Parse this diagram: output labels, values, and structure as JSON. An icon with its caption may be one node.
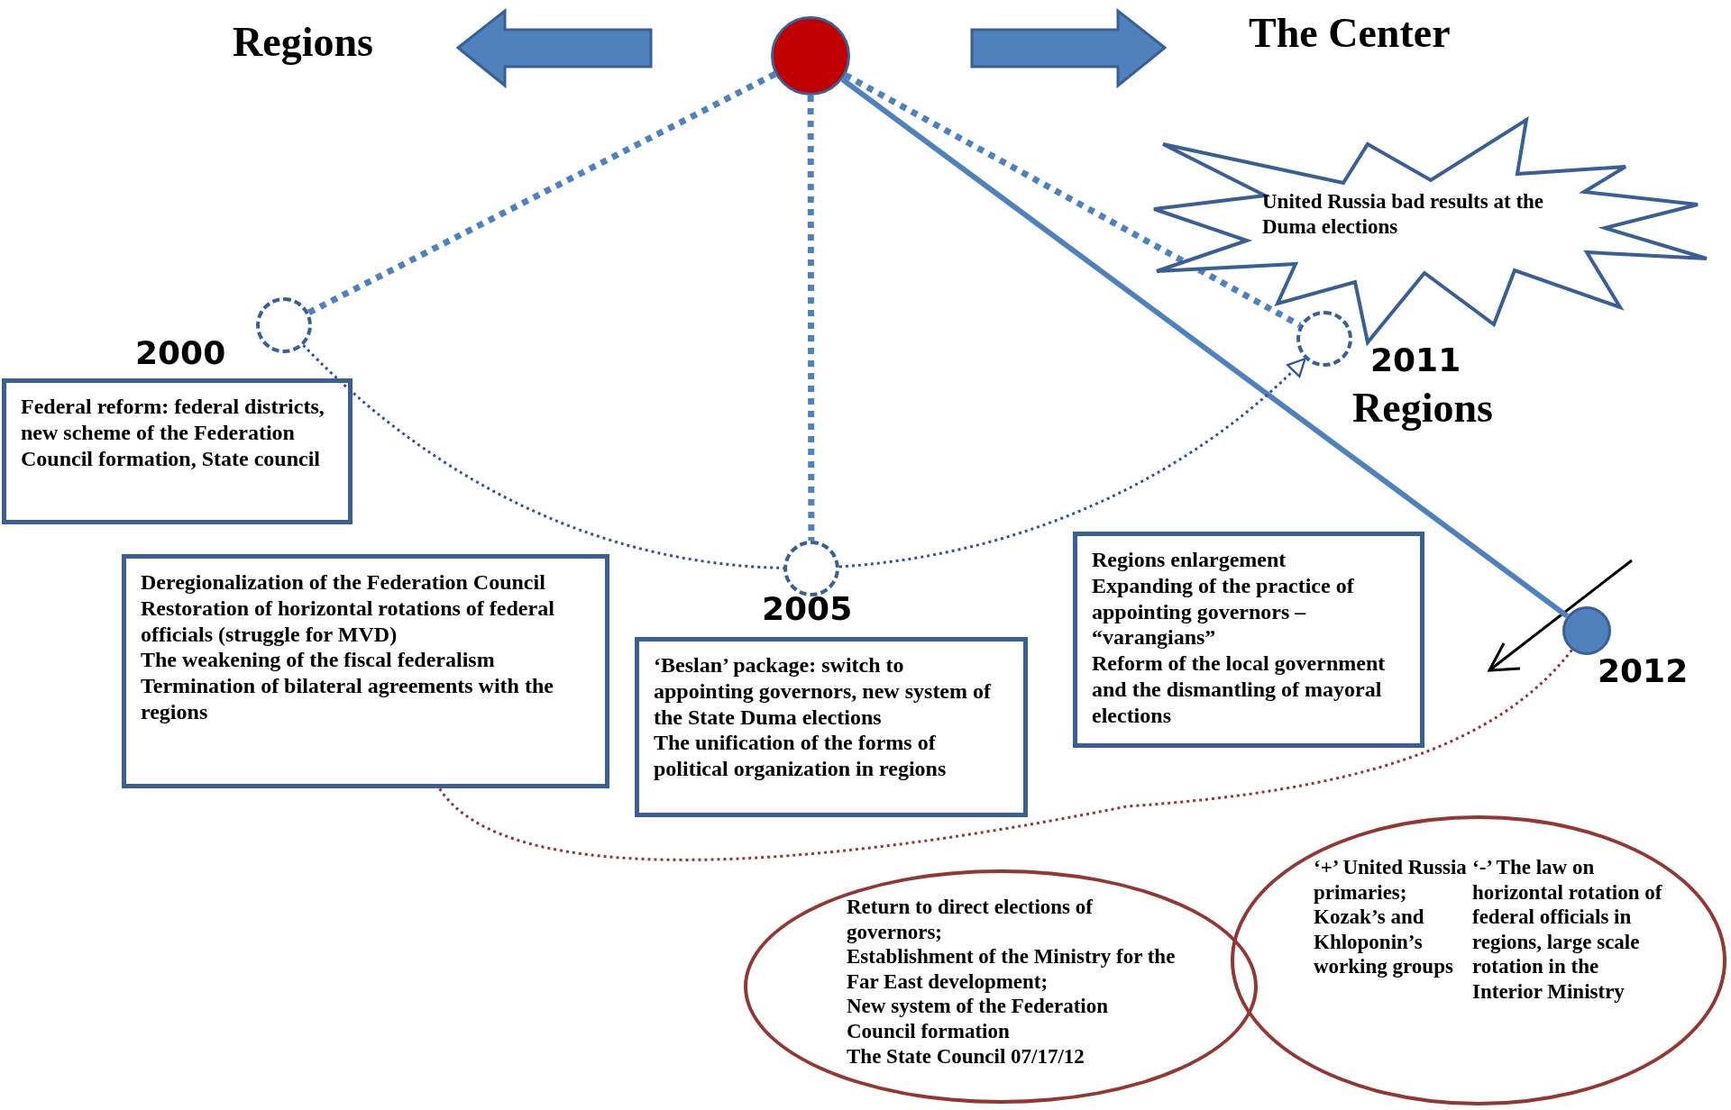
{
  "diagram": {
    "nodes": [
      {
        "text": [],
        "shape": "circle"
      },
      {
        "text": [],
        "shape": "circle",
        "beside": [
          "2000"
        ]
      },
      {
        "text": [],
        "shape": "circle",
        "beside": [
          "2005"
        ]
      },
      {
        "text": [],
        "shape": "circle",
        "beside": [
          "2011"
        ]
      },
      {
        "text": [],
        "shape": "circle",
        "beside": [
          "2012"
        ]
      },
      {
        "text": [
          "Federal reform: federal districts, new scheme of the Federation Council formation, State council"
        ]
      },
      {
        "text": [
          "Deregionalization of the Federation Council",
          "Restoration of horizontal rotations of federal officials (struggle for MVD)",
          "The weakening of the fiscal federalism",
          "Termination of bilateral agreements with the regions"
        ]
      },
      {
        "text": [
          "‘Beslan’ package: switch to appointing governors, new system of the State Duma elections",
          "The unification of the forms of political organization in regions"
        ]
      },
      {
        "text": [
          "Regions enlargement",
          "Expanding of the practice of appointing governors – “varangians”",
          "Reform of the local government and the dismantling of mayoral elections"
        ]
      },
      {
        "text": [
          "United Russia bad results at the Duma elections"
        ]
      },
      {
        "text": [
          "Return to direct elections of governors;",
          "Establishment of the Ministry for the Far East development;",
          "New system of the Federation Council formation",
          "The State Council 07/17/12"
        ]
      },
      {
        "text": [
          "‘+’ United Russia primaries; Kozak’s and Khloponin’s working groups",
          "‘-’ The law on horizontal rotation of federal officials in regions, large scale rotation in the Interior Ministry"
        ]
      }
    ],
    "edges": [
      {
        "from": 0,
        "to": 1,
        "arrow": "none",
        "style": "dashed"
      },
      {
        "from": 0,
        "to": 2,
        "arrow": "none",
        "style": "dashed"
      },
      {
        "from": 0,
        "to": 3,
        "arrow": "none",
        "style": "dashed"
      },
      {
        "from": 0,
        "to": 4,
        "arrow": "none"
      },
      {
        "from": 1,
        "to": 2,
        "arrow": "none",
        "style": "dashed",
        "color": "#2f5597"
      },
      {
        "from": 2,
        "to": 3,
        "arrow": "to",
        "style": "dashed",
        "color": "#2f5597"
      },
      {
        "from": 4,
        "to": 6,
        "arrow": "none",
        "style": "dashed",
        "color": "#943634"
      }
    ],
    "labels": [
      "Regions",
      "The Center",
      "Regions"
    ]
  }
}
